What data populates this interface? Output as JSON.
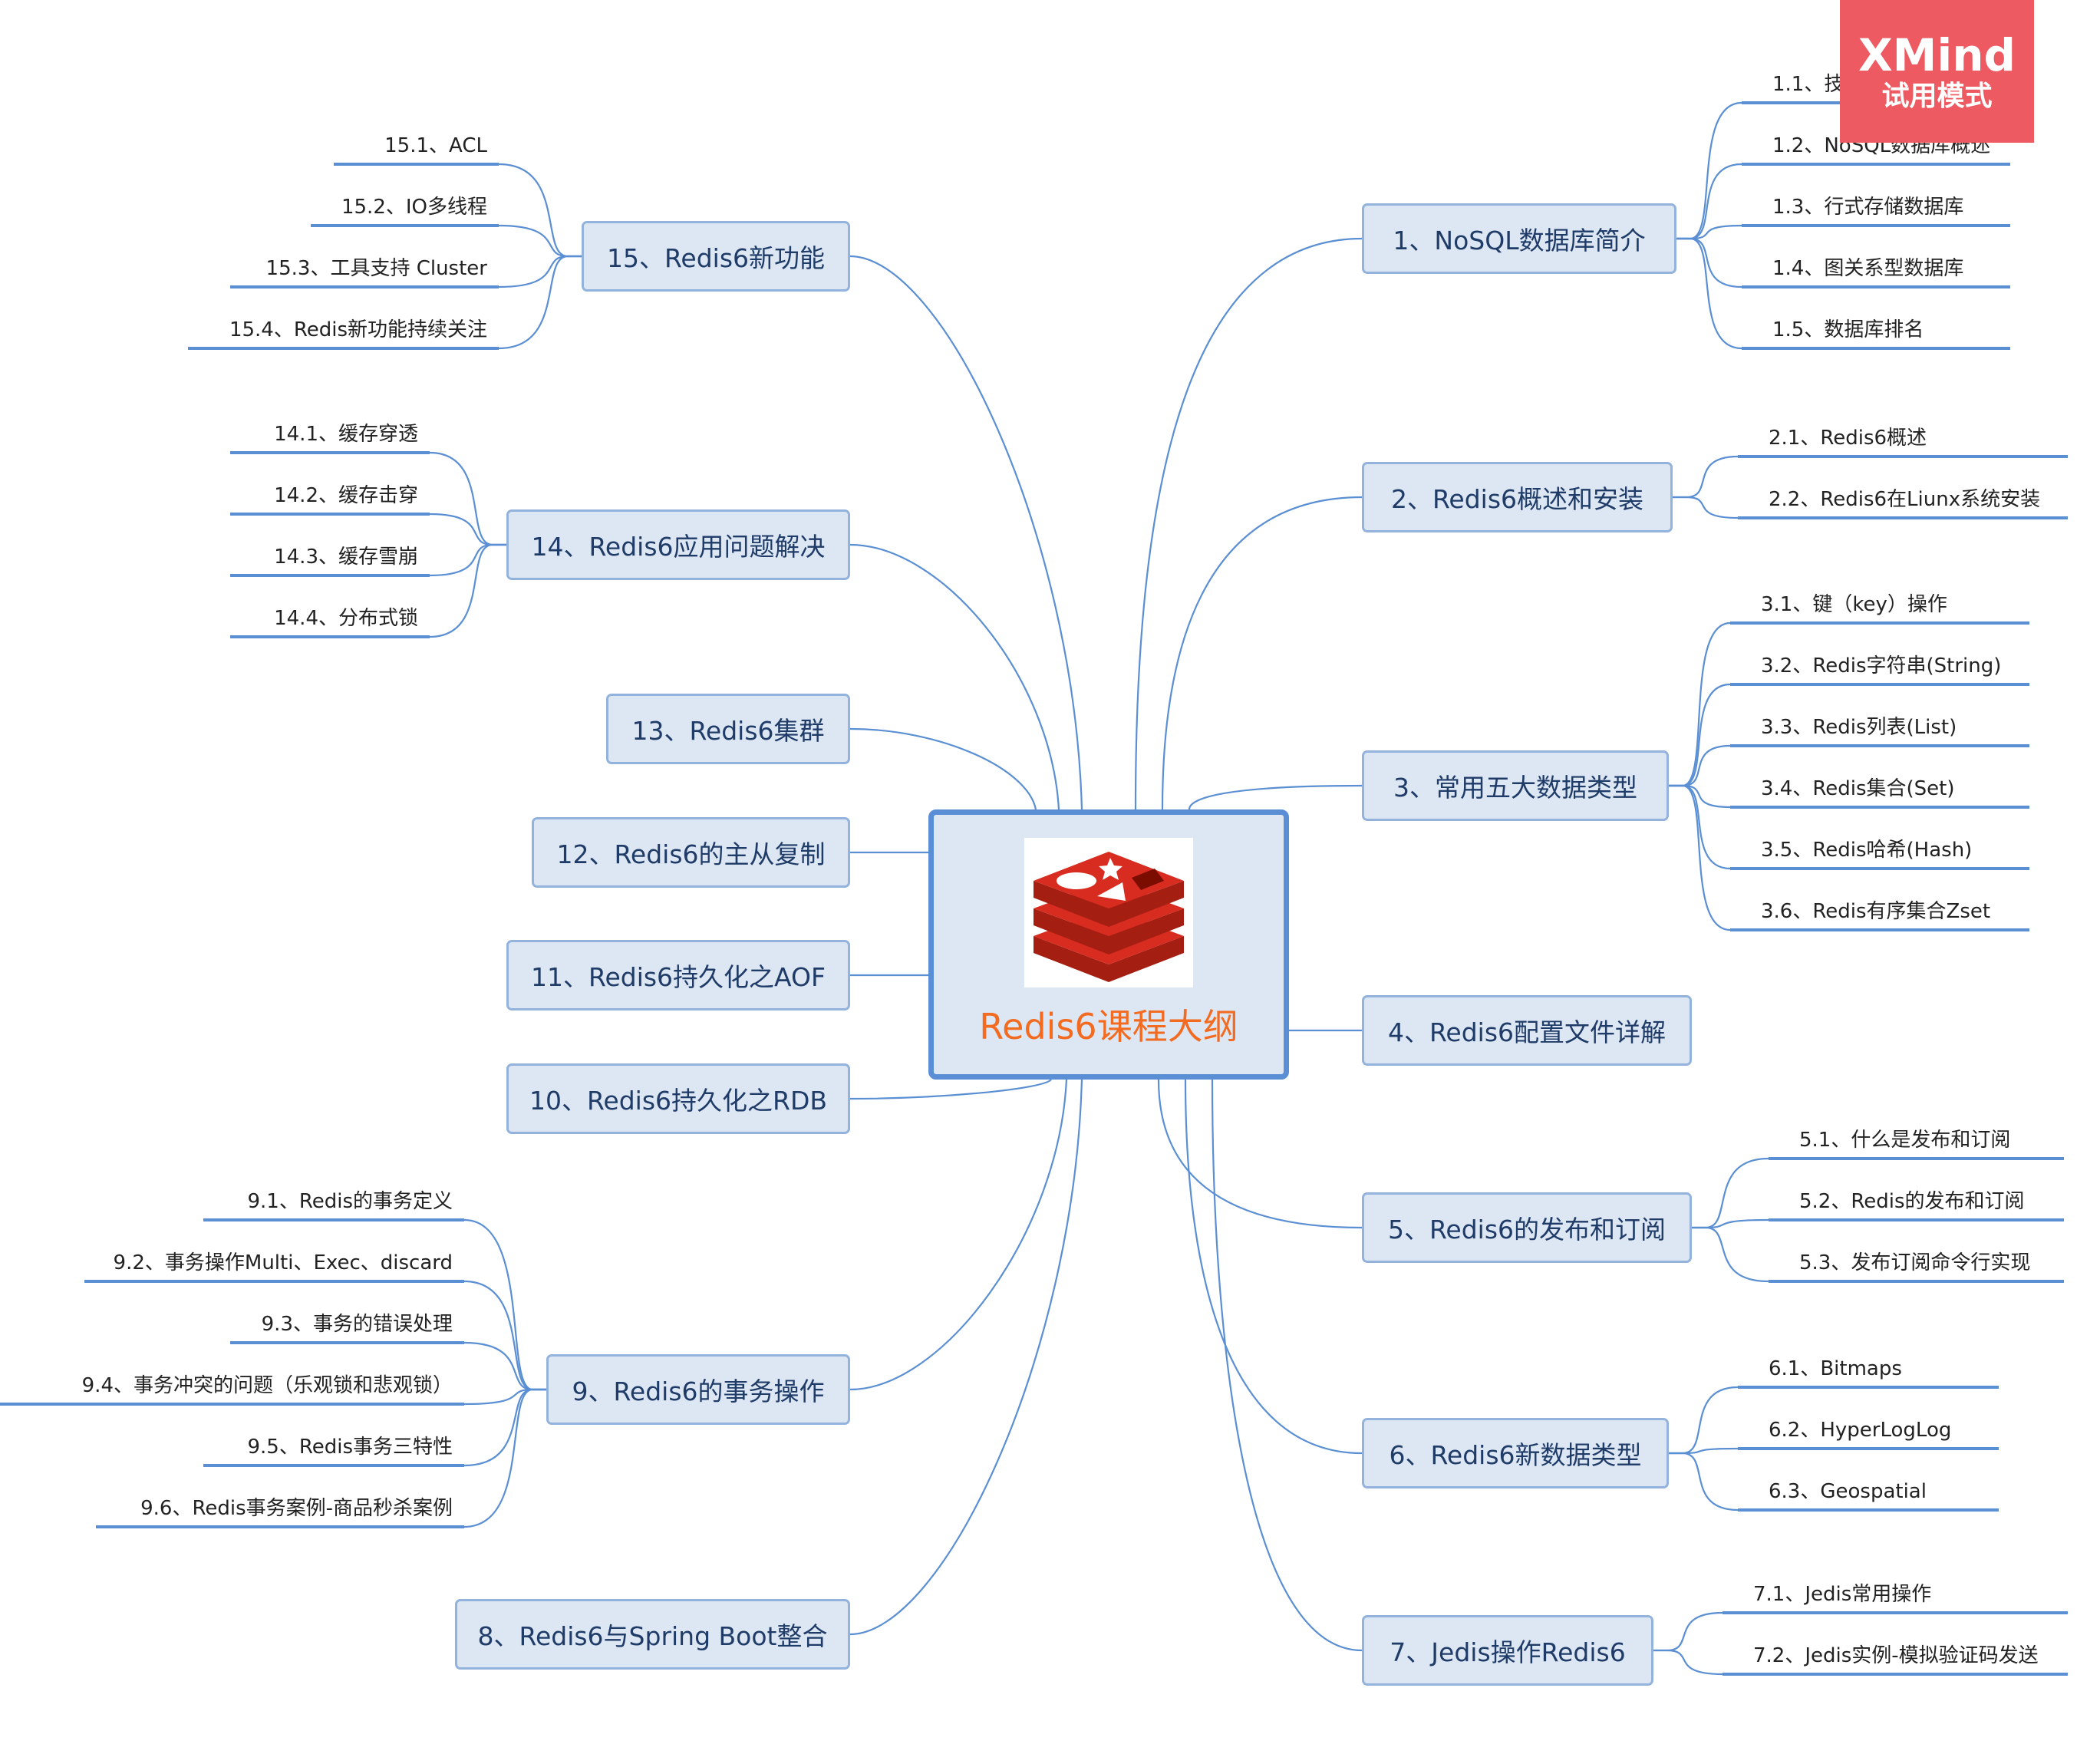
{
  "center": {
    "title": "Redis6课程大纲",
    "logo_icon": "redis-logo-icon",
    "colors": {
      "logo_red": "#c6302b",
      "title": "#f26b21"
    }
  },
  "watermark": {
    "brand": "XMind",
    "mode": "试用模式"
  },
  "colors": {
    "node_fill": "#dde7f4",
    "node_border": "#93b3dd",
    "line": "#5b8fd3",
    "watermark": "#ee5a62"
  },
  "right_topics": [
    {
      "label": "1、NoSQL数据库简介",
      "children": [
        "1.1、技术发展",
        "1.2、NoSQL数据库概述",
        "1.3、行式存储数据库",
        "1.4、图关系型数据库",
        "1.5、数据库排名"
      ]
    },
    {
      "label": "2、Redis6概述和安装",
      "children": [
        "2.1、Redis6概述",
        "2.2、Redis6在Liunx系统安装"
      ]
    },
    {
      "label": "3、常用五大数据类型",
      "children": [
        "3.1、键（key）操作",
        "3.2、Redis字符串(String)",
        "3.3、Redis列表(List)",
        "3.4、Redis集合(Set)",
        "3.5、Redis哈希(Hash)",
        "3.6、Redis有序集合Zset"
      ]
    },
    {
      "label": "4、Redis6配置文件详解",
      "children": []
    },
    {
      "label": "5、Redis6的发布和订阅",
      "children": [
        "5.1、什么是发布和订阅",
        "5.2、Redis的发布和订阅",
        "5.3、发布订阅命令行实现"
      ]
    },
    {
      "label": "6、Redis6新数据类型",
      "children": [
        "6.1、Bitmaps",
        "6.2、HyperLogLog",
        "6.3、Geospatial"
      ]
    },
    {
      "label": "7、Jedis操作Redis6",
      "children": [
        "7.1、Jedis常用操作",
        "7.2、Jedis实例-模拟验证码发送"
      ]
    }
  ],
  "left_topics": [
    {
      "label": "15、Redis6新功能",
      "children": [
        "15.1、ACL",
        "15.2、IO多线程",
        "15.3、工具支持 Cluster",
        "15.4、Redis新功能持续关注"
      ]
    },
    {
      "label": "14、Redis6应用问题解决",
      "children": [
        "14.1、缓存穿透",
        "14.2、缓存击穿",
        "14.3、缓存雪崩",
        "14.4、分布式锁"
      ]
    },
    {
      "label": "13、Redis6集群",
      "children": []
    },
    {
      "label": "12、Redis6的主从复制",
      "children": []
    },
    {
      "label": "11、Redis6持久化之AOF",
      "children": []
    },
    {
      "label": "10、Redis6持久化之RDB",
      "children": []
    },
    {
      "label": "9、Redis6的事务操作",
      "children": [
        "9.1、Redis的事务定义",
        "9.2、事务操作Multi、Exec、discard",
        "9.3、事务的错误处理",
        "9.4、事务冲突的问题（乐观锁和悲观锁）",
        "9.5、Redis事务三特性",
        "9.6、Redis事务案例-商品秒杀案例"
      ]
    },
    {
      "label": "8、Redis6与Spring Boot整合",
      "children": []
    }
  ]
}
